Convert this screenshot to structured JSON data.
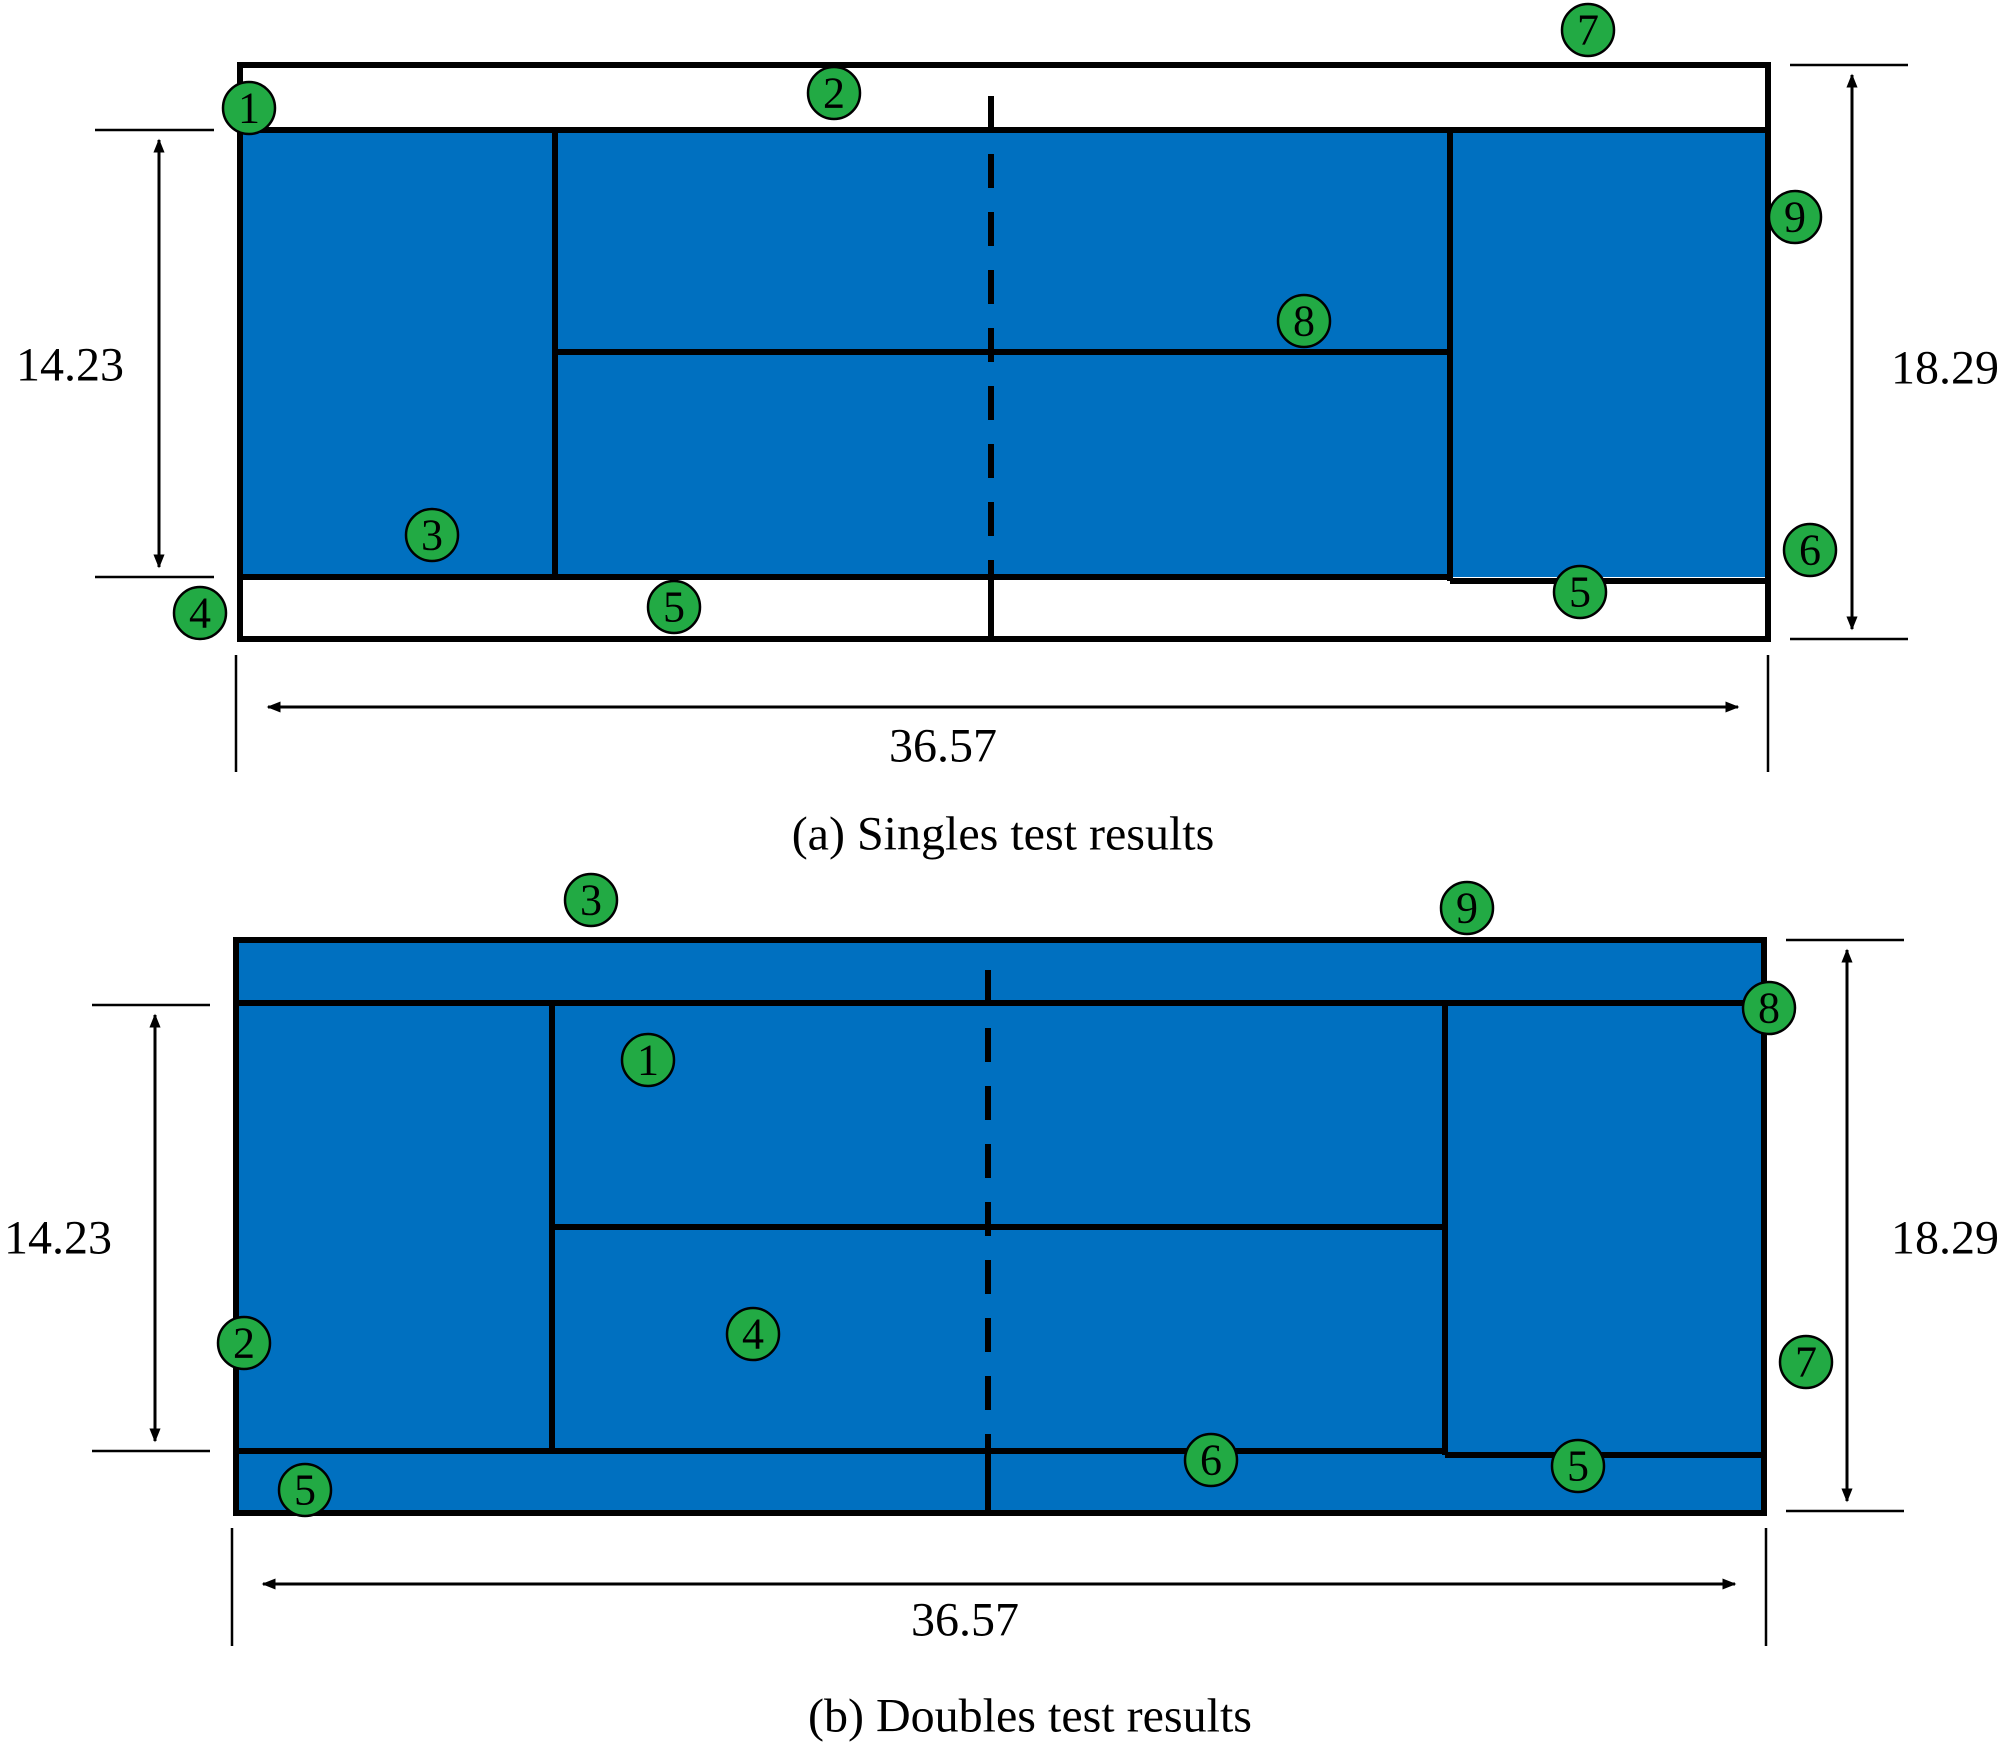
{
  "colors": {
    "court": "#0070C0",
    "marker": "#22AA44",
    "line": "#000000"
  },
  "panels": [
    {
      "caption": "(a) Singles test results",
      "dimensions": {
        "singles_width": "14.23",
        "doubles_width": "18.29",
        "length": "36.57"
      },
      "markers": [
        {
          "label": "1"
        },
        {
          "label": "2"
        },
        {
          "label": "3"
        },
        {
          "label": "4"
        },
        {
          "label": "5"
        },
        {
          "label": "5"
        },
        {
          "label": "6"
        },
        {
          "label": "7"
        },
        {
          "label": "8"
        },
        {
          "label": "9"
        }
      ]
    },
    {
      "caption": "(b) Doubles test results",
      "dimensions": {
        "singles_width": "14.23",
        "doubles_width": "18.29",
        "length": "36.57"
      },
      "markers": [
        {
          "label": "1"
        },
        {
          "label": "2"
        },
        {
          "label": "3"
        },
        {
          "label": "4"
        },
        {
          "label": "5"
        },
        {
          "label": "5"
        },
        {
          "label": "6"
        },
        {
          "label": "7"
        },
        {
          "label": "8"
        },
        {
          "label": "9"
        }
      ]
    }
  ]
}
